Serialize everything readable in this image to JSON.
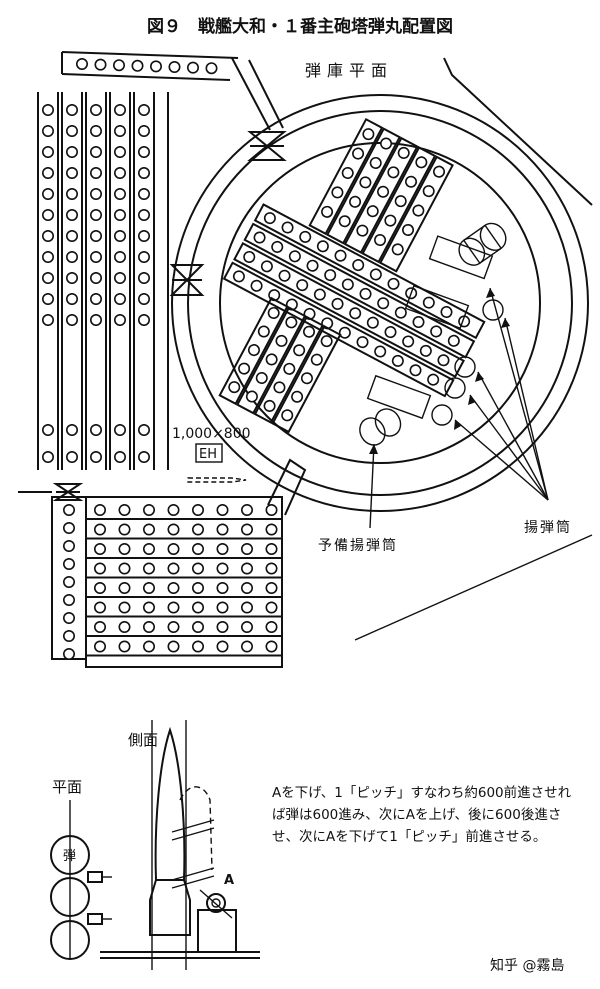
{
  "figure": {
    "title": "図９　戦艦大和・１番主砲塔弾丸配置図",
    "plan_label": "弾庫平面",
    "dimension_label": "1,000×800",
    "eh_label": "EH",
    "reserve_hoist_label": "予備揚弾筒",
    "hoist_label": "揚弾筒"
  },
  "detail": {
    "side_label": "側面",
    "plan_label": "平面",
    "shell_label": "弾",
    "a_label": "A",
    "caption": "Aを下げ、1「ピッチ」すなわち約600前進させれば弾は600進み、次にAを上げ、後に600後進させ、次にAを下げて1「ピッチ」前進させる。"
  },
  "watermark": "知乎 @霧島"
}
